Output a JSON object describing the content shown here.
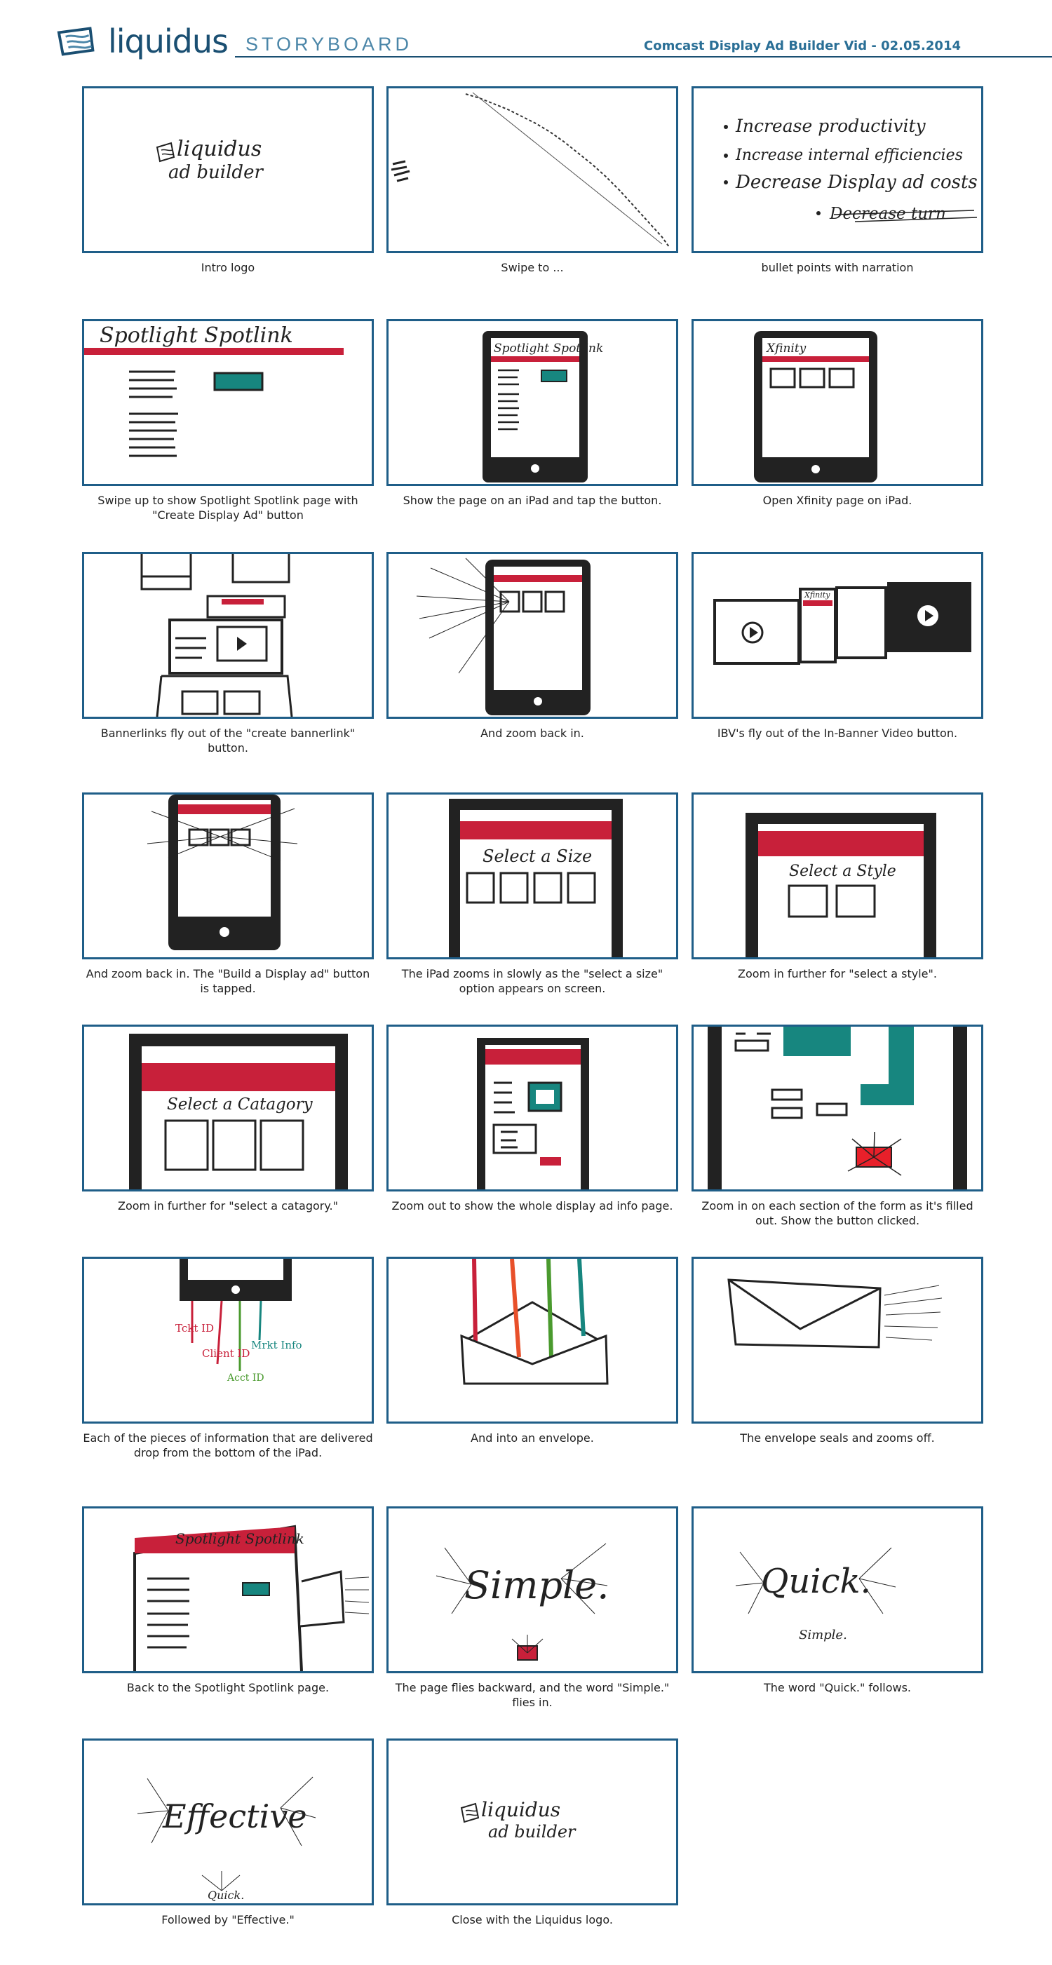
{
  "header": {
    "logo_text": "liquidus",
    "section": "STORYBOARD",
    "project": "Comcast Display Ad Builder Vid - 02.05.2014"
  },
  "frames": [
    {
      "caption": "Intro logo",
      "sketch": {
        "line1": "liquidus",
        "line2": "ad builder"
      }
    },
    {
      "caption": "Swipe to ..."
    },
    {
      "caption": "bullet points with narration",
      "sketch": {
        "bullets": [
          "Increase productivity",
          "Increase internal efficiencies",
          "Decrease Display ad costs"
        ],
        "sub": "Decrease turn"
      }
    },
    {
      "caption": "Swipe up to show Spotlight Spotlink page with \"Create Display Ad\" button",
      "sketch": {
        "title": "Spotlight Spotlink"
      }
    },
    {
      "caption": "Show the page on an iPad and tap the button.",
      "sketch": {
        "title": "Spotlight Spotlink"
      }
    },
    {
      "caption": "Open Xfinity page on iPad.",
      "sketch": {
        "title": "Xfinity"
      }
    },
    {
      "caption": "Bannerlinks fly out of the \"create bannerlink\" button."
    },
    {
      "caption": "And zoom back in."
    },
    {
      "caption": "IBV's fly out of the In-Banner Video button.",
      "sketch": {
        "title": "Xfinity"
      }
    },
    {
      "caption": "And zoom back in. The \"Build a Display ad\" button is tapped."
    },
    {
      "caption": "The iPad zooms in slowly as the \"select a size\" option appears on screen.",
      "sketch": {
        "title": "Select a Size"
      }
    },
    {
      "caption": "Zoom in further for \"select a style\".",
      "sketch": {
        "title": "Select a Style"
      }
    },
    {
      "caption": "Zoom in further for \"select a catagory.\"",
      "sketch": {
        "title": "Select a Catagory"
      }
    },
    {
      "caption": "Zoom out to show the whole display ad info page."
    },
    {
      "caption": "Zoom in on each section of the form as it's filled out. Show the button clicked."
    },
    {
      "caption": "Each of the pieces of information that are delivered drop from the bottom of the iPad.",
      "sketch": {
        "labels": [
          "Tckt ID",
          "Client ID",
          "Acct ID",
          "Mrkt Info"
        ]
      }
    },
    {
      "caption": "And into an envelope."
    },
    {
      "caption": "The envelope seals and zooms off."
    },
    {
      "caption": "Back to the Spotlight Spotlink page.",
      "sketch": {
        "title": "Spotlight Spotlink"
      }
    },
    {
      "caption": "The page flies backward, and the word \"Simple.\" flies in.",
      "sketch": {
        "title": "Simple."
      }
    },
    {
      "caption": "The word \"Quick.\" follows.",
      "sketch": {
        "title": "Quick.",
        "small": "Simple."
      }
    },
    {
      "caption": "Followed by \"Effective.\"",
      "sketch": {
        "title": "Effective",
        "small": "Quick."
      }
    },
    {
      "caption": "Close with the Liquidus logo.",
      "sketch": {
        "line1": "liquidus",
        "line2": "ad builder"
      }
    }
  ],
  "colors": {
    "frame_border": "#1f5e88",
    "brand": "#1a4f72",
    "accent_red": "#c8203a",
    "accent_teal": "#17867f"
  }
}
